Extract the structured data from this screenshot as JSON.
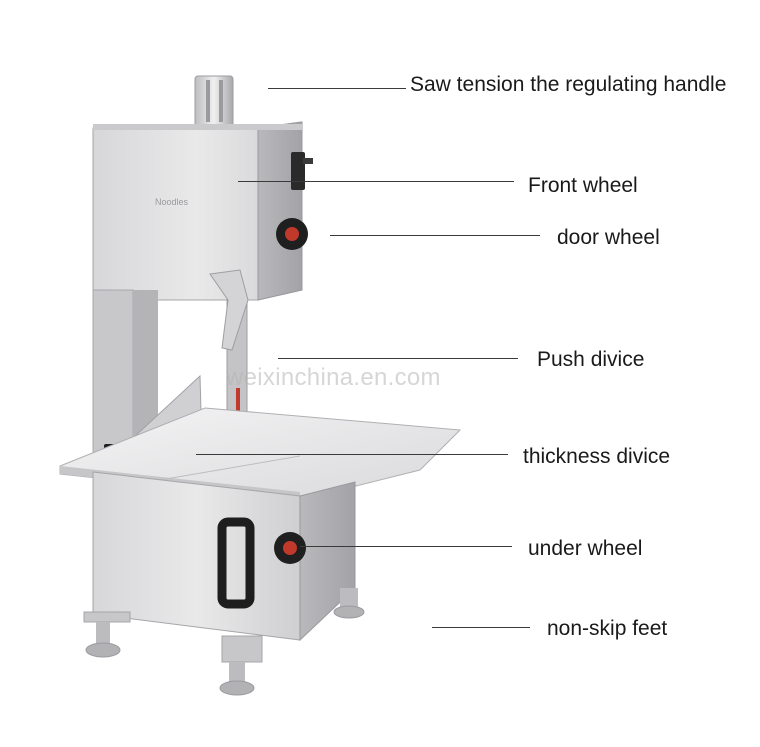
{
  "labels": {
    "tension_handle": "Saw tension the regulating handle",
    "front_wheel": "Front wheel",
    "door_wheel": "door wheel",
    "push_device": "Push divice",
    "thickness_device": "thickness divice",
    "under_wheel": "under wheel",
    "feet": "non-skip feet"
  },
  "watermark": "weixinchina.en.com",
  "colors": {
    "steel_light": "#e2e2e3",
    "steel_mid": "#c9c9cb",
    "steel_dark": "#9c9ca0",
    "knob_red": "#c0392b",
    "handle_black": "#1e1e1e"
  }
}
